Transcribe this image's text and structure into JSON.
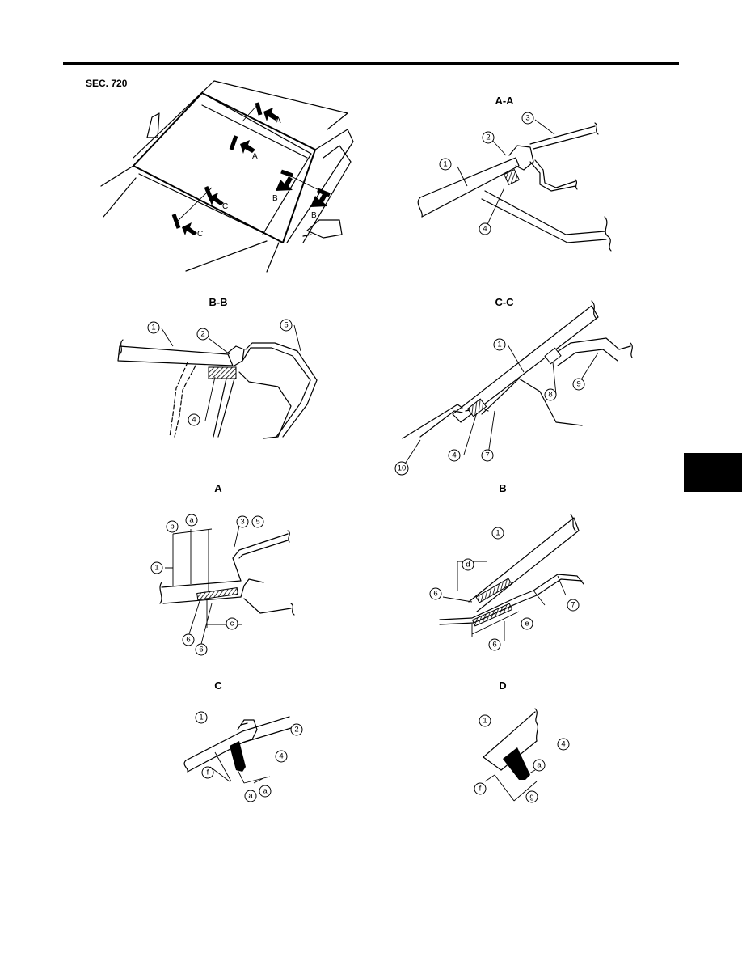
{
  "header": {
    "section_label": "SEC. 720"
  },
  "overview": {
    "cut_marks": [
      "A",
      "A",
      "B",
      "B",
      "C",
      "C"
    ]
  },
  "section_titles": {
    "aa": "A-A",
    "bb": "B-B",
    "cc": "C-C",
    "a": "A",
    "b": "B",
    "c": "C",
    "d": "D"
  },
  "callouts": {
    "aa": [
      "3",
      "2",
      "1",
      "4"
    ],
    "bb": [
      "1",
      "2",
      "5",
      "4"
    ],
    "cc": [
      "1",
      "8",
      "9",
      "4",
      "7",
      "10"
    ],
    "a": [
      "a",
      "b",
      "3",
      ",",
      "5",
      "1",
      "c",
      "6",
      "6"
    ],
    "b": [
      "1",
      "d",
      "6",
      "7",
      "e",
      "6"
    ],
    "c": [
      "1",
      "2",
      "4",
      "f",
      "a",
      "a"
    ],
    "d": [
      "1",
      "4",
      "a",
      "f",
      "g"
    ]
  },
  "colors": {
    "ink": "#000000",
    "paper": "#ffffff"
  }
}
